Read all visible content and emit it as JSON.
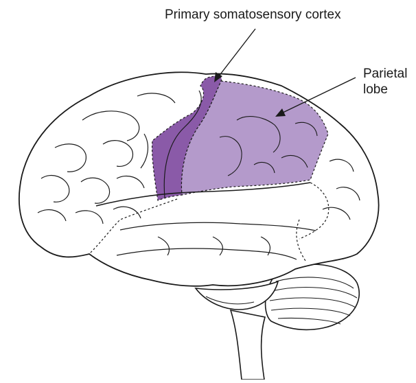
{
  "labels": {
    "somatosensory": "Primary somatosensory cortex",
    "parietal_line1": "Parietal",
    "parietal_line2": "lobe"
  },
  "colors": {
    "somatosensory_fill": "#8a5aa8",
    "parietal_fill": "#b49acb",
    "parietal_sulcus": "#9a7bb6",
    "outline": "#1a1a1a",
    "background": "#ffffff"
  }
}
